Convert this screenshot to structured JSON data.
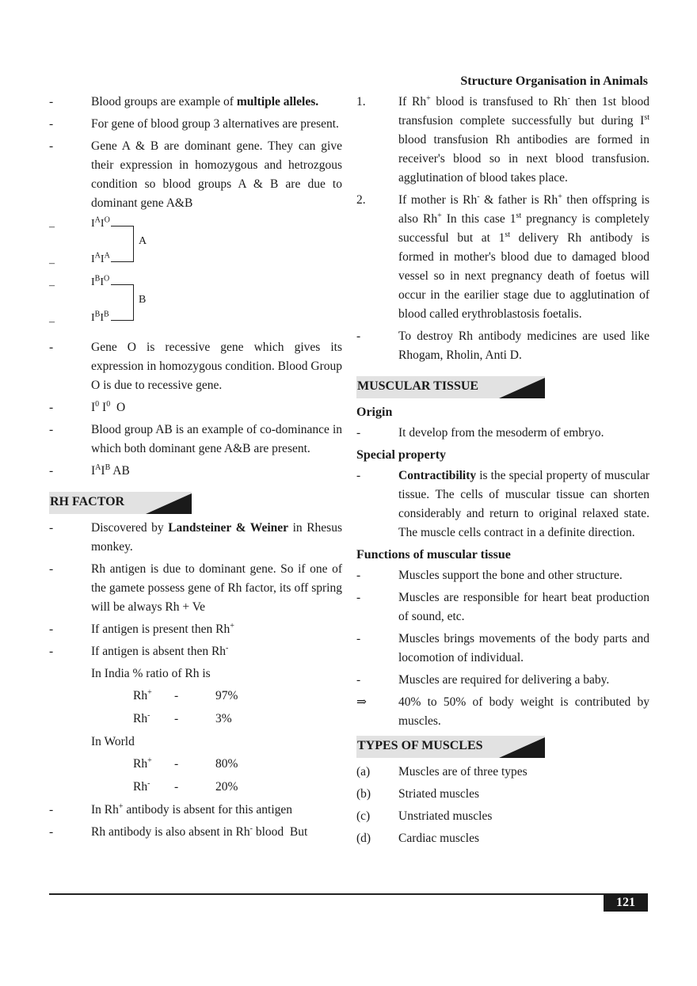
{
  "header": {
    "title": "Structure Organisation in Animals"
  },
  "left": {
    "intro": [
      {
        "marker": "-",
        "text": "Blood groups are example of ",
        "bold": "multiple alleles."
      },
      {
        "marker": "-",
        "text": "For gene of blood group 3 alternatives are present."
      },
      {
        "marker": "-",
        "text": "Gene A & B are dominant gene. They can give their expression in homozygous and hetrozgous condition  so blood groups A & B are due to dominant gene A&B"
      }
    ],
    "genotypes": {
      "marker": "–",
      "a1": "I^A I^O",
      "a2": "I^A I^A",
      "a_label": "A",
      "b1": "I^B I^O",
      "b2": "I^B I^B",
      "b_label": "B"
    },
    "after": [
      {
        "marker": "-",
        "text": "Gene O is recessive gene which gives its expression in homozygous condition. Blood Group O is due to recessive gene."
      },
      {
        "marker": "-",
        "text": "I0 I0  O"
      },
      {
        "marker": "-",
        "text": "Blood group AB is an example of co-dominance in which both dominant gene A&B are present."
      },
      {
        "marker": "-",
        "text": "IAIB AB"
      }
    ],
    "rh_title": "RH FACTOR",
    "rh_items": [
      {
        "marker": "-",
        "pre": "Discovered by ",
        "bold": "Landsteiner & Weiner",
        "post": " in Rhesus monkey."
      },
      {
        "marker": "-",
        "text": "Rh antigen is due to dominant gene. So if one of the gamete possess gene of Rh factor, its off spring will be always Rh + Ve"
      },
      {
        "marker": "-",
        "text": "If antigen is present then Rh+"
      },
      {
        "marker": "-",
        "text": "If antigen is absent then Rh-"
      }
    ],
    "india_label": "In India % ratio of Rh is",
    "india": [
      {
        "type": "Rh+",
        "dash": "-",
        "value": "97%"
      },
      {
        "type": "Rh-",
        "dash": "-",
        "value": "3%"
      }
    ],
    "world_label": "In World",
    "world": [
      {
        "type": "Rh+",
        "dash": "-",
        "value": "80%"
      },
      {
        "type": "Rh-",
        "dash": "-",
        "value": "20%"
      }
    ],
    "end_items": [
      {
        "marker": "-",
        "text": "In Rh+ antibody is absent for this antigen"
      },
      {
        "marker": "-",
        "text": "Rh antibody is also absent in Rh- blood  But"
      }
    ]
  },
  "right": {
    "items": [
      {
        "marker": "1.",
        "text": "If Rh+ blood is transfused to Rh- then 1st blood transfusion complete successfully but during Ist blood transfusion Rh antibodies are formed in receiver's blood so in next blood transfusion. agglutination of blood takes place."
      },
      {
        "marker": "2.",
        "text": "If mother is Rh- & father is Rh+ then offspring is also Rh+ In this case 1st pregnancy is completely successful but at 1st delivery Rh antibody is formed in mother's blood due to damaged blood vessel so in next pregnancy death of foetus will occur in the earilier stage due to agglutination of blood called erythroblastosis foetalis."
      },
      {
        "marker": "-",
        "text": "To destroy Rh antibody medicines are used like Rhogam, Rholin, Anti D."
      }
    ],
    "muscular_title": "MUSCULAR TISSUE",
    "origin_head": "Origin",
    "origin_items": [
      {
        "marker": "-",
        "text": "It develop from the mesoderm of embryo."
      }
    ],
    "special_head": "Special property",
    "special_item": {
      "marker": "-",
      "bold": "Contractibility",
      "text": " is the special property of muscular tissue. The cells of muscular tissue can shorten considerably and return to original relaxed state. The muscle cells contract in a definite direction."
    },
    "functions_head": "Functions of muscular tissue",
    "functions": [
      {
        "marker": "-",
        "text": "Muscles support the bone and other structure."
      },
      {
        "marker": "-",
        "text": "Muscles are responsible for heart beat production of sound, etc."
      },
      {
        "marker": "-",
        "text": "Muscles brings movements of the body parts and locomotion of individual."
      },
      {
        "marker": "-",
        "text": "Muscles are required for delivering a baby."
      },
      {
        "marker": "⇒",
        "text": "40% to 50% of body weight is contributed by muscles."
      }
    ],
    "types_title": "TYPES OF MUSCLES",
    "types": [
      {
        "marker": "(a)",
        "text": "Muscles are of three types"
      },
      {
        "marker": "(b)",
        "text": "Striated muscles"
      },
      {
        "marker": "(c)",
        "text": "Unstriated muscles"
      },
      {
        "marker": "(d)",
        "text": "Cardiac muscles"
      }
    ]
  },
  "footer": {
    "page_number": "121"
  }
}
